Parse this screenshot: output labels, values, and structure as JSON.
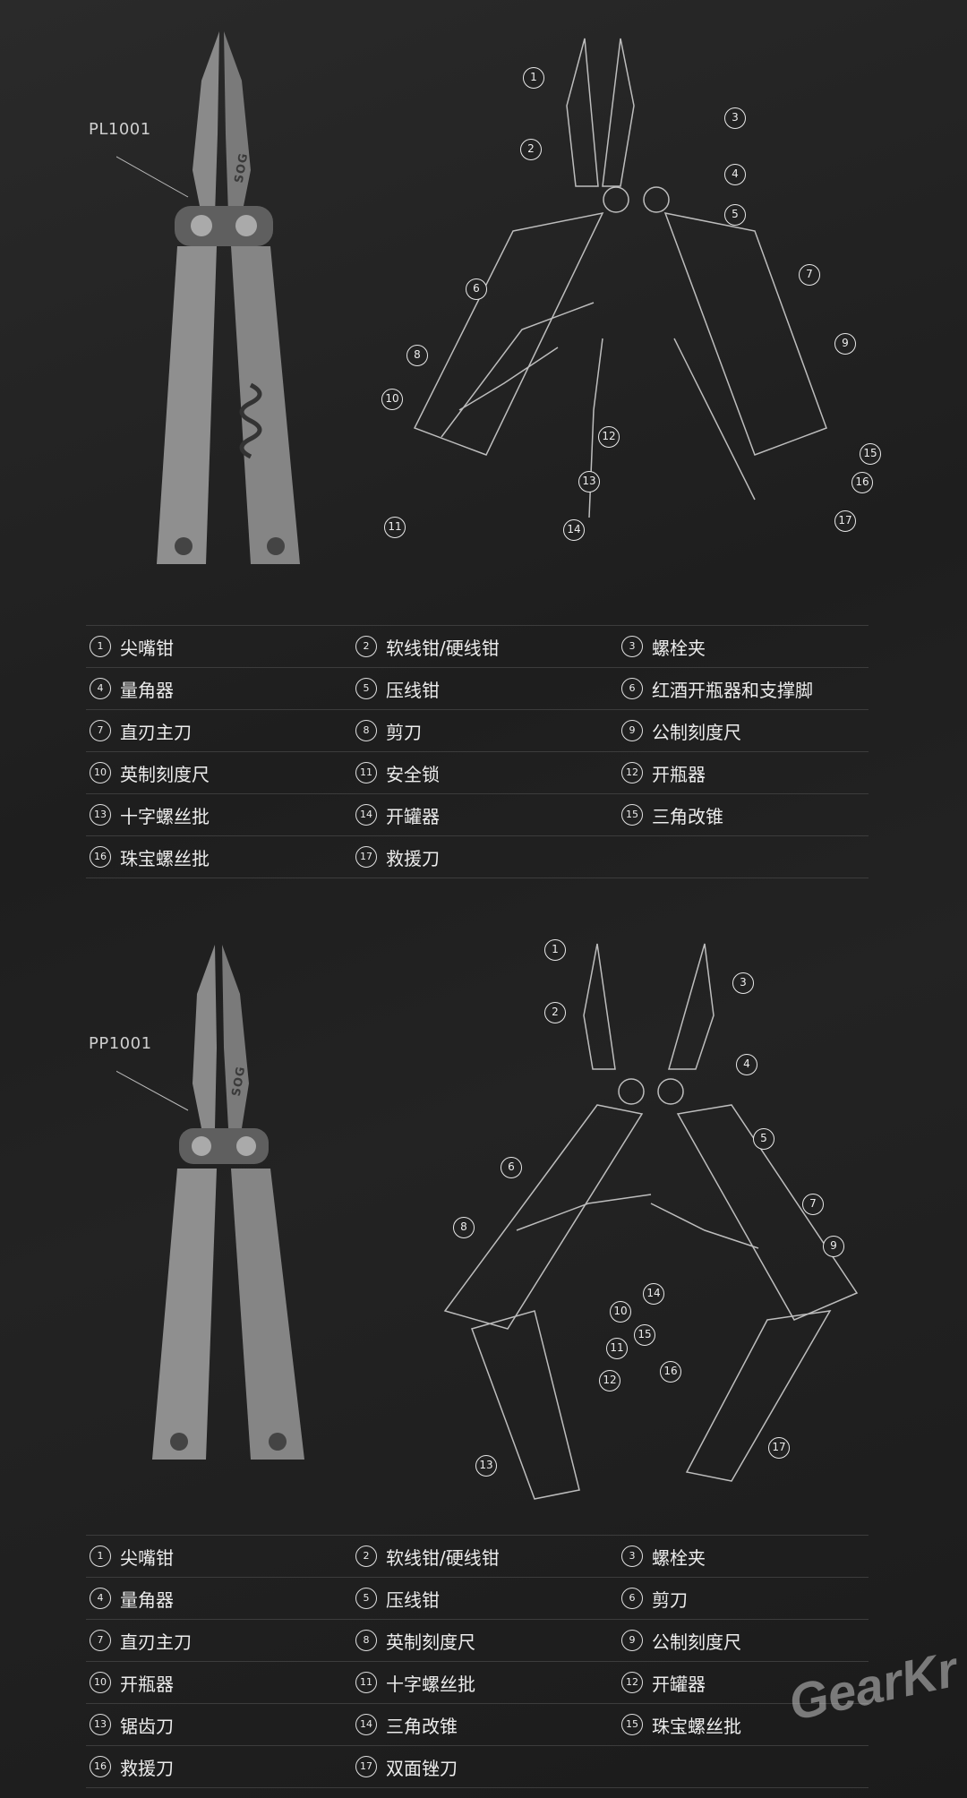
{
  "products": [
    {
      "model": "PL1001",
      "brand_mark": "SOG",
      "callouts": [
        "1",
        "2",
        "3",
        "4",
        "5",
        "6",
        "7",
        "8",
        "9",
        "10",
        "11",
        "12",
        "13",
        "14",
        "15",
        "16",
        "17"
      ],
      "parts": [
        {
          "n": "1",
          "label": "尖嘴钳"
        },
        {
          "n": "2",
          "label": "软线钳/硬线钳"
        },
        {
          "n": "3",
          "label": "螺栓夹"
        },
        {
          "n": "4",
          "label": "量角器"
        },
        {
          "n": "5",
          "label": "压线钳"
        },
        {
          "n": "6",
          "label": "红酒开瓶器和支撑脚"
        },
        {
          "n": "7",
          "label": "直刃主刀"
        },
        {
          "n": "8",
          "label": "剪刀"
        },
        {
          "n": "9",
          "label": "公制刻度尺"
        },
        {
          "n": "10",
          "label": "英制刻度尺"
        },
        {
          "n": "11",
          "label": "安全锁"
        },
        {
          "n": "12",
          "label": "开瓶器"
        },
        {
          "n": "13",
          "label": "十字螺丝批"
        },
        {
          "n": "14",
          "label": "开罐器"
        },
        {
          "n": "15",
          "label": "三角改锥"
        },
        {
          "n": "16",
          "label": "珠宝螺丝批"
        },
        {
          "n": "17",
          "label": "救援刀"
        }
      ]
    },
    {
      "model": "PP1001",
      "brand_mark": "SOG",
      "callouts": [
        "1",
        "2",
        "3",
        "4",
        "5",
        "6",
        "7",
        "8",
        "9",
        "10",
        "11",
        "12",
        "13",
        "14",
        "15",
        "16",
        "17"
      ],
      "parts": [
        {
          "n": "1",
          "label": "尖嘴钳"
        },
        {
          "n": "2",
          "label": "软线钳/硬线钳"
        },
        {
          "n": "3",
          "label": "螺栓夹"
        },
        {
          "n": "4",
          "label": "量角器"
        },
        {
          "n": "5",
          "label": "压线钳"
        },
        {
          "n": "6",
          "label": "剪刀"
        },
        {
          "n": "7",
          "label": "直刃主刀"
        },
        {
          "n": "8",
          "label": "英制刻度尺"
        },
        {
          "n": "9",
          "label": "公制刻度尺"
        },
        {
          "n": "10",
          "label": "开瓶器"
        },
        {
          "n": "11",
          "label": "十字螺丝批"
        },
        {
          "n": "12",
          "label": "开罐器"
        },
        {
          "n": "13",
          "label": "锯齿刀"
        },
        {
          "n": "14",
          "label": "三角改锥"
        },
        {
          "n": "15",
          "label": "珠宝螺丝批"
        },
        {
          "n": "16",
          "label": "救援刀"
        },
        {
          "n": "17",
          "label": "双面锉刀"
        }
      ]
    }
  ],
  "watermark": "GearKr"
}
